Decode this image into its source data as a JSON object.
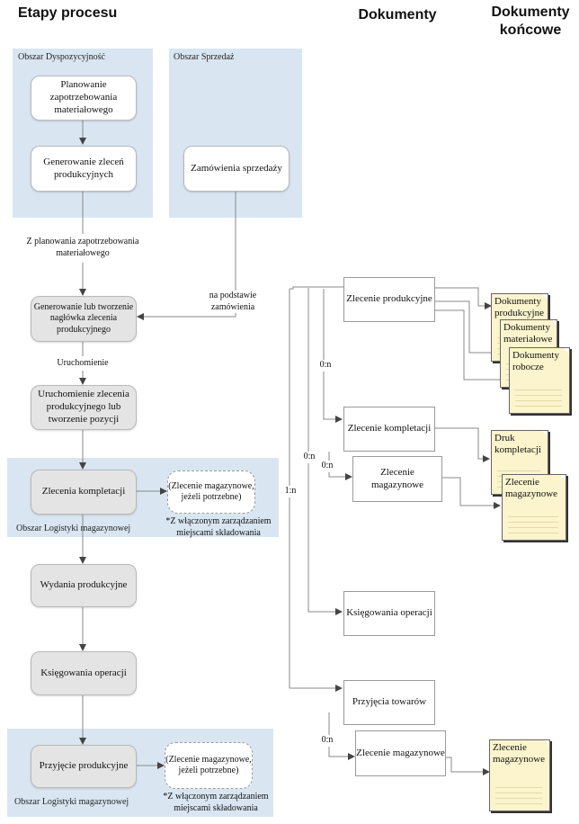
{
  "headers": {
    "process": "Etapy procesu",
    "documents": "Dokumenty",
    "final_docs": "Dokumenty końcowe"
  },
  "areas": {
    "dispatch": "Obszar Dyspozycyjność",
    "sales": "Obszar Sprzedaż",
    "logistics1": "Obszar Logistyki magazynowej",
    "logistics2": "Obszar Logistyki magazynowej"
  },
  "process": {
    "mrp": "Planowanie zapotrzebowania materiałowego",
    "gen_orders": "Generowanie zleceń produkcyjnych",
    "sales_orders": "Zamówienia sprzedaży",
    "header_gen": "Generowanie lub tworzenie nagłówka zlecenia produkcyjnego",
    "release": "Uruchomienie zlecenia produkcyjnego lub tworzenie pozycji",
    "picking": "Zlecenia kompletacji",
    "issues": "Wydania produkcyjne",
    "postings": "Księgowania operacji",
    "receipt": "Przyjęcie produkcyjne"
  },
  "notes": {
    "wh_orders1": "(Zlecenie magazynowe, jeżeli potrzebne)",
    "wh_orders2": "(Zlecenie magazynowe, jeżeli potrzebne)",
    "star1": "*Z włączonym zarządzaniem miejscami składowania",
    "star2": "*Z włączonym zarządzaniem miejscami składowania"
  },
  "labels": {
    "from_mrp": "Z planowania zapotrzebowania materiałowego",
    "based_on_orders": "na podstawie zamówienia",
    "release": "Uruchomienie"
  },
  "documents": {
    "prod_order": "Zlecenie produkcyjne",
    "picking": "Zlecenie kompletacji",
    "wh_order1": "Zlecenie magazynowe",
    "postings": "Księgowania operacji",
    "receipts": "Przyjęcia towarów",
    "wh_order2": "Zlecenie magazynowe"
  },
  "cardinality": {
    "a": "0:n",
    "b": "0:n",
    "c": "0:n",
    "d": "1:n",
    "e": "0:n"
  },
  "final_docs": {
    "prod_docs": "Dokumenty produkcyjne",
    "mat_docs": "Dokumenty materiałowe",
    "work_docs": "Dokumenty robocze",
    "pick_print": "Druk kompletacji",
    "wh_order1": "Zlecenie magazynowe",
    "wh_order2": "Zlecenie magazynowe"
  }
}
